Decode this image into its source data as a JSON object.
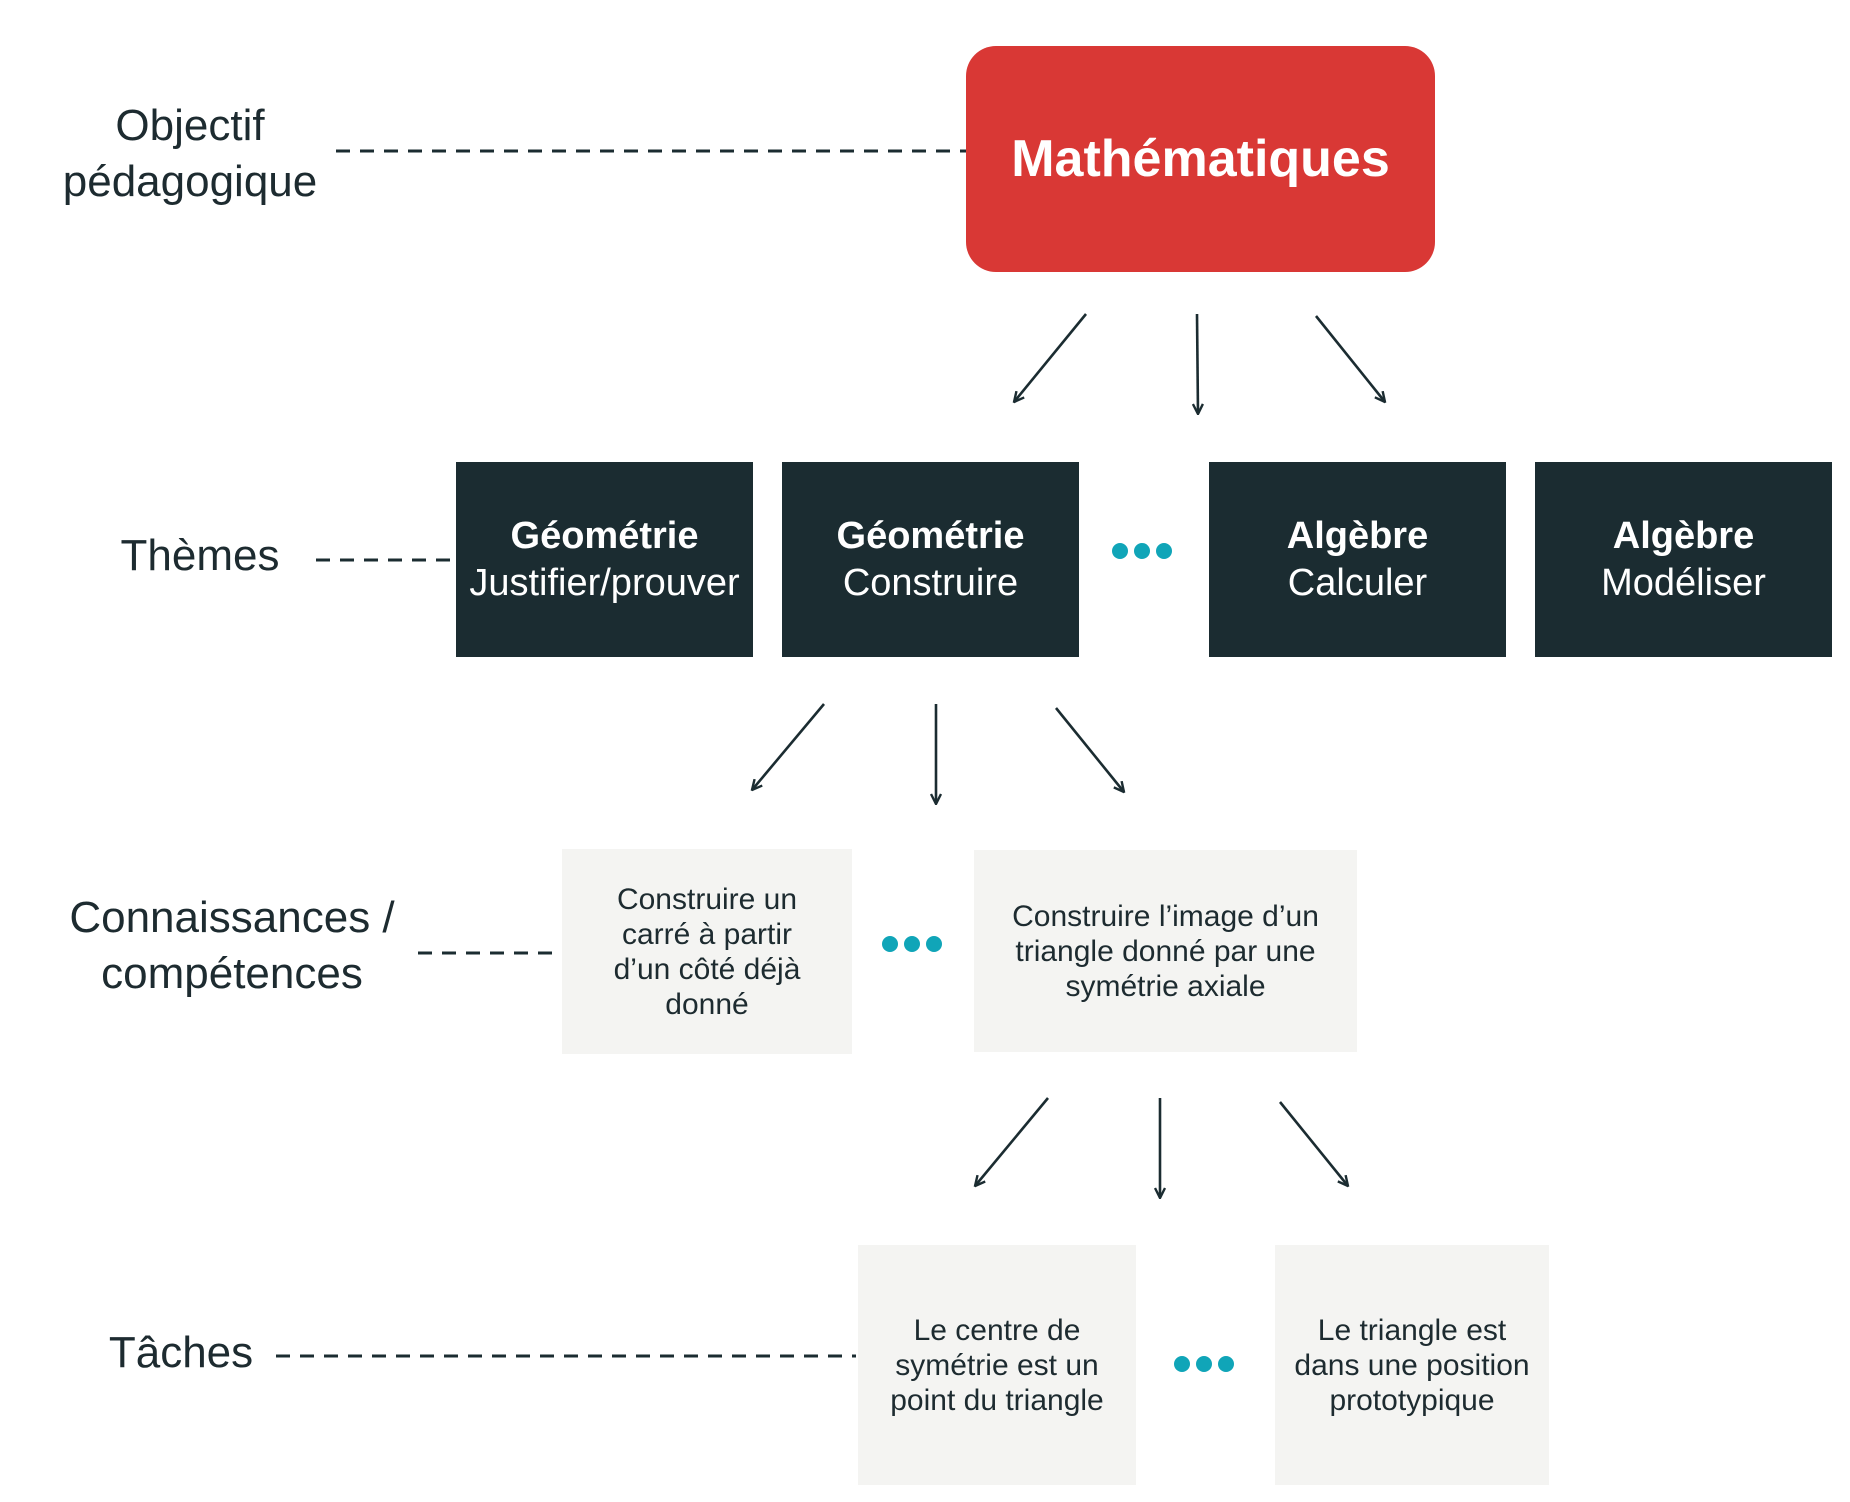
{
  "levels": {
    "objective": "Objectif\npédagogique",
    "themes": "Thèmes",
    "knowledge": "Connaissances /\ncompétences",
    "tasks": "Tâches"
  },
  "goal": {
    "label": "Mathématiques"
  },
  "themes": [
    {
      "title": "Géométrie",
      "subtitle": "Justifier/prouver"
    },
    {
      "title": "Géométrie",
      "subtitle": "Construire"
    },
    {
      "title": "Algèbre",
      "subtitle": "Calculer"
    },
    {
      "title": "Algèbre",
      "subtitle": "Modéliser"
    }
  ],
  "skills": [
    {
      "text": "Construire un\ncarré à partir\nd’un côté  déjà\ndonné"
    },
    {
      "text": "Construire l’image d’un\ntriangle donné par une\nsymétrie axiale"
    }
  ],
  "tasks": [
    {
      "text": "Le centre de\nsymétrie est un\npoint du triangle"
    },
    {
      "text": "Le triangle est\ndans une position\nprototypique"
    }
  ],
  "colors": {
    "goal": "#d93835",
    "theme": "#1b2c31",
    "card": "#f4f4f2",
    "ellipsis": "#10a5b8",
    "line": "#1b2c31"
  },
  "icons": {
    "ellipsis": "ellipsis-dots-icon",
    "arrow": "arrow-down-icon"
  }
}
